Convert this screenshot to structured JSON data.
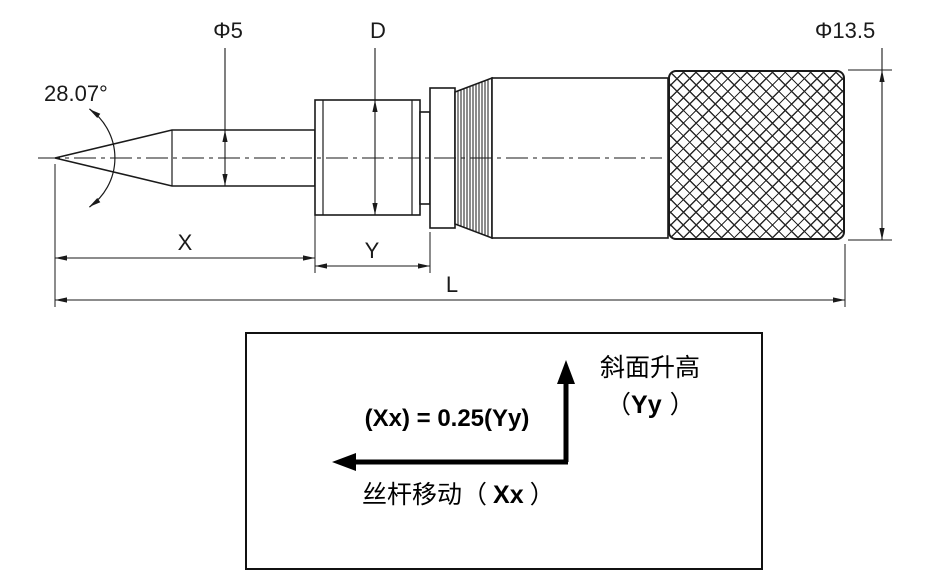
{
  "drawing": {
    "dimensions": {
      "cone_angle": "28.07°",
      "spindle_diameter": "Φ5",
      "nut_diameter": "D",
      "thimble_diameter": "Φ13.5",
      "cone_length": "X",
      "nut_length": "Y",
      "overall_length": "L"
    }
  },
  "legend": {
    "formula": "(Xx) = 0.25(Yy)",
    "rise_label": "斜面升高",
    "rise_paren_open": "（",
    "rise_variable": "Yy",
    "rise_paren_close": "）",
    "move_prefix": "丝杆移动（",
    "move_variable": "Xx",
    "move_suffix": "）"
  },
  "colors": {
    "ink": "#1a1a1a",
    "background": "#ffffff"
  }
}
